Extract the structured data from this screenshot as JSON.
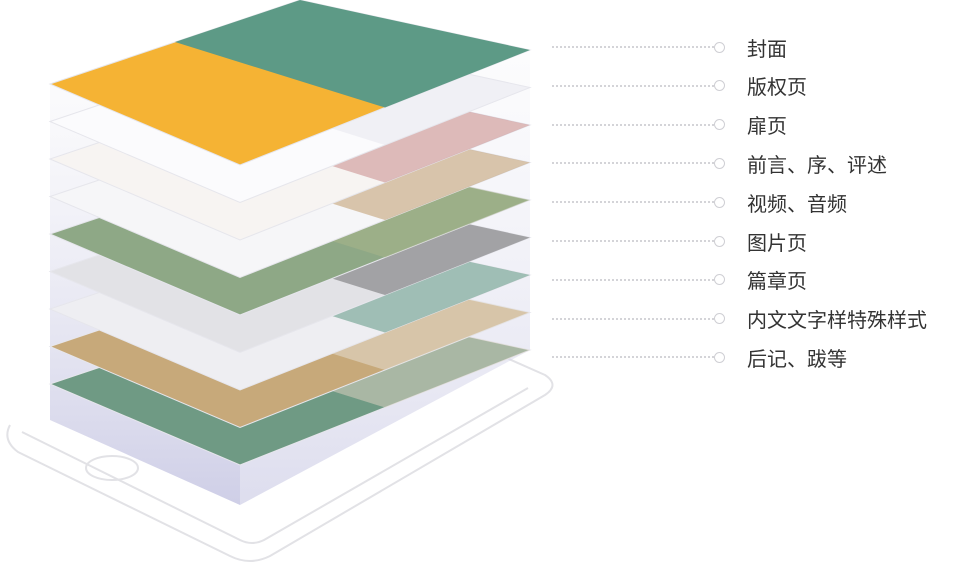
{
  "diagram": {
    "layers": [
      {
        "label": "封面",
        "color": "#f5b334",
        "accent": "#5d9a86"
      },
      {
        "label": "版权页",
        "color": "#fbfbfd",
        "accent": "#e8e8ee"
      },
      {
        "label": "扉页",
        "color": "#f7f4f2",
        "accent": "#c98a8a"
      },
      {
        "label": "前言、序、评述",
        "color": "#f6f6f8",
        "accent": "#c09a6c"
      },
      {
        "label": "视频、音频",
        "color": "#8ea886",
        "accent": "#a8b48a"
      },
      {
        "label": "图片页",
        "color": "#e2e2e6",
        "accent": "#6e6e70"
      },
      {
        "label": "篇章页",
        "color": "#eeeef2",
        "accent": "#5e9883"
      },
      {
        "label": "内文文字样特殊样式",
        "color": "#c7a97a",
        "accent": "#e4dcd0"
      },
      {
        "label": "后记、跋等",
        "color": "#6f9a84",
        "accent": "#d9cfc0"
      }
    ]
  }
}
